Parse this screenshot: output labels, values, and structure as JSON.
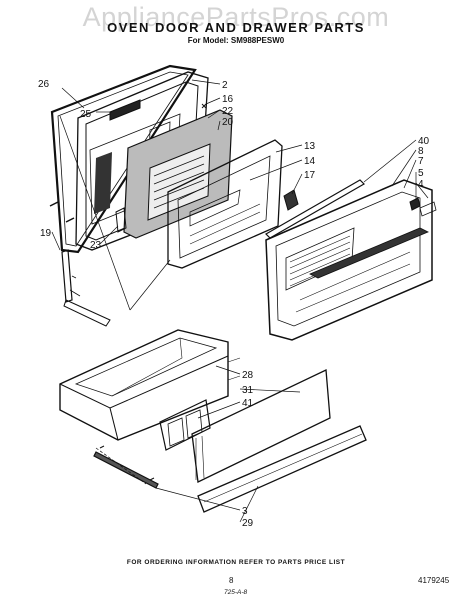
{
  "watermark": "AppliancePartsPros.com",
  "title": "OVEN DOOR AND DRAWER PARTS",
  "model_line": "For Model: SM988PESW0",
  "callouts": [
    "26",
    "25",
    "2",
    "16",
    "22",
    "20",
    "13",
    "14",
    "17",
    "19",
    "23",
    "40",
    "8",
    "7",
    "5",
    "4",
    "28",
    "31",
    "41",
    "3",
    "29"
  ],
  "footer": "FOR ORDERING INFORMATION REFER TO PARTS PRICE LIST",
  "page_number": "8",
  "part_number": "4179245",
  "drawing_code": "725-A-8"
}
